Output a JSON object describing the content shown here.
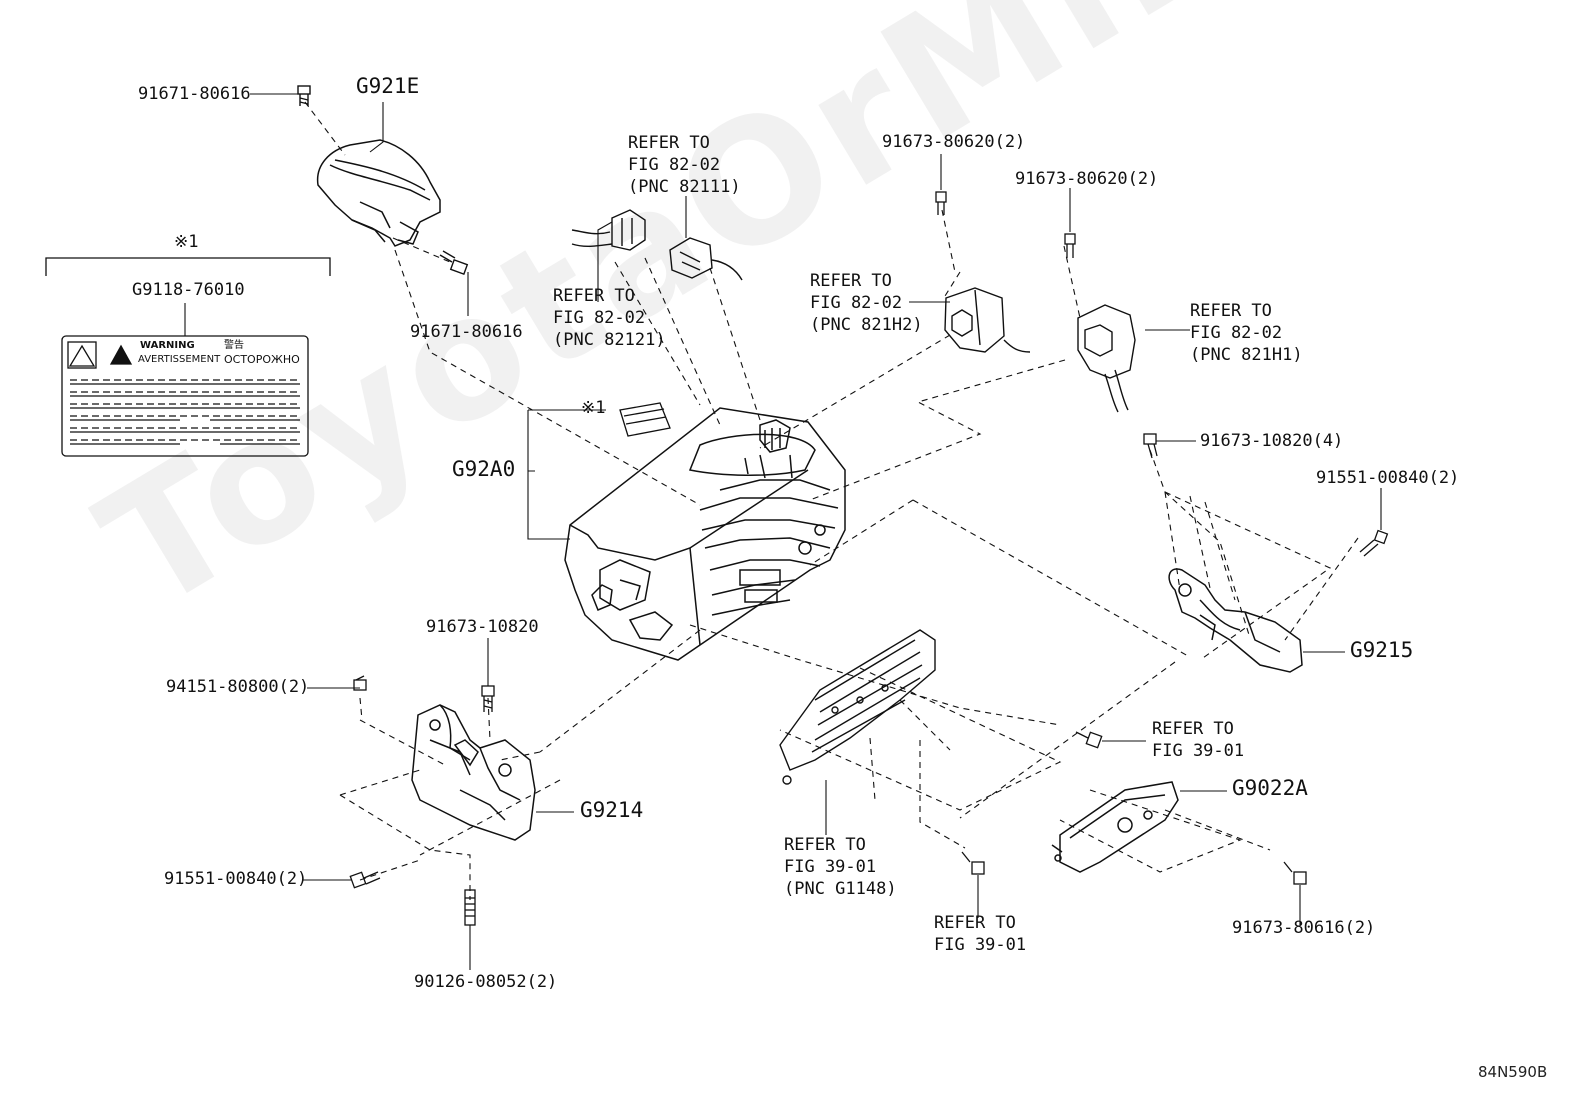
{
  "watermark": "ToyotaOrMine.ru",
  "diagram_id": "84N590B",
  "note_marker": "※1",
  "label_sticker": {
    "part_no": "G9118-76010",
    "warning": "WARNING",
    "avertissement": "AVERTISSEMENT",
    "asian": "警告",
    "russian": "ОСТОРОЖНО"
  },
  "callouts": {
    "c1": "91671-80616",
    "g921e": "G921E",
    "c2": "91671-80616",
    "refer1": [
      "REFER TO",
      "FIG 82-02",
      "(PNC 82111)"
    ],
    "refer2": [
      "REFER TO",
      "FIG 82-02",
      "(PNC 82121)"
    ],
    "c3": "91673-80620(2)",
    "c4": "91673-80620(2)",
    "refer3": [
      "REFER TO",
      "FIG 82-02",
      "(PNC 821H2)"
    ],
    "refer4": [
      "REFER TO",
      "FIG 82-02",
      "(PNC 821H1)"
    ],
    "c5": "91673-10820(4)",
    "c6": "91551-00840(2)",
    "g92a0": "G92A0",
    "g9215": "G9215",
    "c7": "91673-10820",
    "c8": "94151-80800(2)",
    "g9214": "G9214",
    "c9": "91551-00840(2)",
    "c10": "90126-08052(2)",
    "refer5": [
      "REFER TO",
      "FIG 39-01"
    ],
    "g9022a": "G9022A",
    "refer6": [
      "REFER TO",
      "FIG 39-01",
      "(PNC G1148)"
    ],
    "refer7": [
      "REFER TO",
      "FIG 39-01"
    ],
    "c11": "91673-80616(2)"
  }
}
